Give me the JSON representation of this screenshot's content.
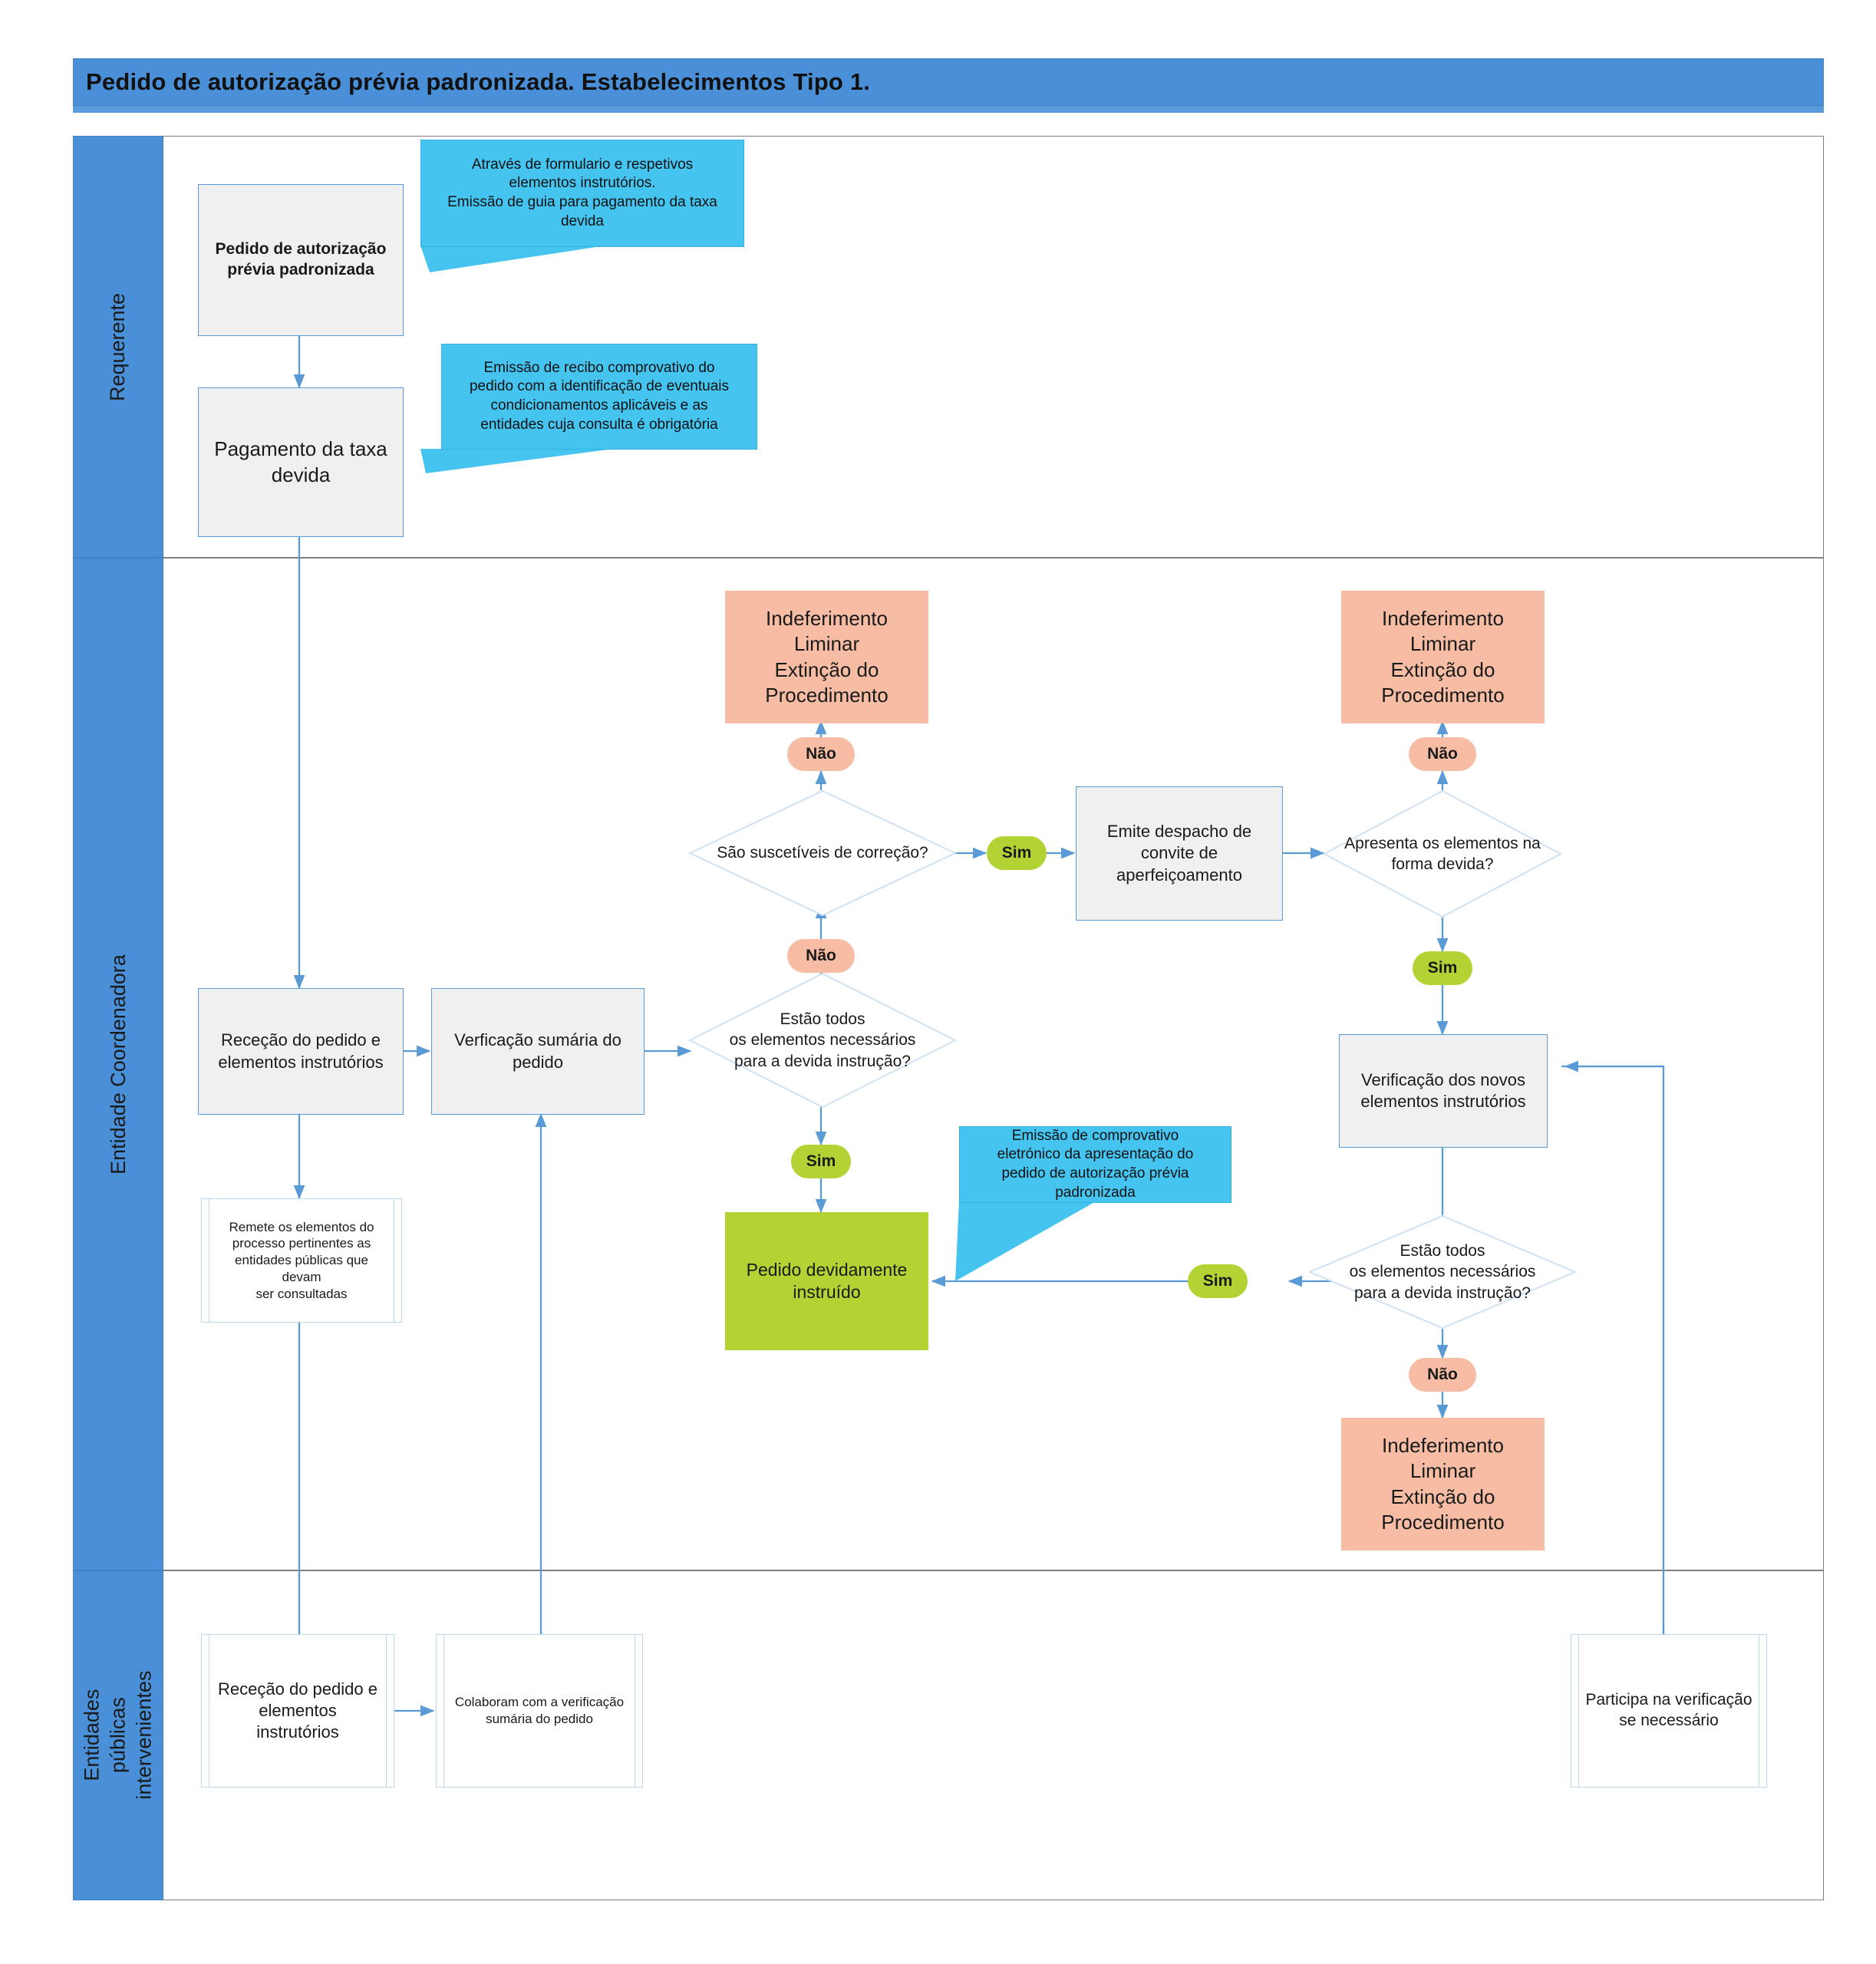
{
  "header": {
    "title": "Pedido de autorização prévia padronizada. Estabelecimentos Tipo 1."
  },
  "lanes": [
    {
      "id": "requerente",
      "label": "Requerente"
    },
    {
      "id": "entidade-coordenadora",
      "label": "Entidade Coordenadora"
    },
    {
      "id": "entidades-publicas",
      "label": "Entidades públicas\nintervenientes"
    }
  ],
  "nodes": {
    "pedido_autorizacao": "Pedido de autorização\nprévia padronizada",
    "pagamento_taxa": "Pagamento da taxa\ndevida",
    "recepcao_pedido_ec": "Receção do pedido e\nelementos instrutórios",
    "verificacao_sumaria": "Verficação sumária do\npedido",
    "remete_elementos": "Remete os elementos do\nprocesso pertinentes as\nentidades públicas que devam\nser consultadas",
    "emite_despacho": "Emite despacho de\nconvite de\naperfeiçoamento",
    "verificacao_novos": "Verificação dos novos\nelementos instrutórios",
    "indeferimento_1": "Indeferimento\nLiminar\nExtinção do\nProcedimento",
    "indeferimento_2": "Indeferimento\nLiminar\nExtinção do\nProcedimento",
    "indeferimento_3": "Indeferimento\nLiminar\nExtinção do\nProcedimento",
    "pedido_instruido": "Pedido devidamente\ninstruído",
    "recepcao_pedido_ep": "Receção do pedido e\nelementos instrutórios",
    "colaboram_verificacao": "Colaboram com a verificação\nsumária do pedido",
    "participa_verificacao": "Participa na verificação\nse necessário"
  },
  "decisions": {
    "suscetiveis_correcao": "São suscetíveis de correção?",
    "elementos_necessarios_1": "Estão todos\nos elementos necessários\npara a devida instrução?",
    "apresenta_forma_devida": "Apresenta os elementos na\nforma devida?",
    "elementos_necessarios_2": "Estão todos\nos elementos necessários\npara a devida instrução?"
  },
  "labels": {
    "nao_1": "Não",
    "nao_2": "Não",
    "nao_3": "Não",
    "nao_4": "Não",
    "sim_1": "Sim",
    "sim_2": "Sim",
    "sim_3": "Sim",
    "sim_4": "Sim"
  },
  "callouts": {
    "callout_1": "Através de formulario e respetivos\nelementos instrutórios.\nEmissão de guia para pagamento da taxa\ndevida",
    "callout_2": "Emissão de recibo comprovativo do\npedido com a identificação de eventuais\ncondicionamentos aplicáveis e as\nentidades cuja consulta é obrigatória",
    "callout_3": "Emissão de comprovativo\neletrónico da apresentação do\npedido de autorização prévia\npadronizada"
  },
  "colors": {
    "lane_blue": "#4a90d9",
    "callout_blue": "#45c4f0",
    "process_gray": "#f0f0f0",
    "process_border": "#5b9bd5",
    "terminator_red": "#f6bda4",
    "terminator_green": "#b3d334",
    "connector": "#5b9bd5"
  }
}
